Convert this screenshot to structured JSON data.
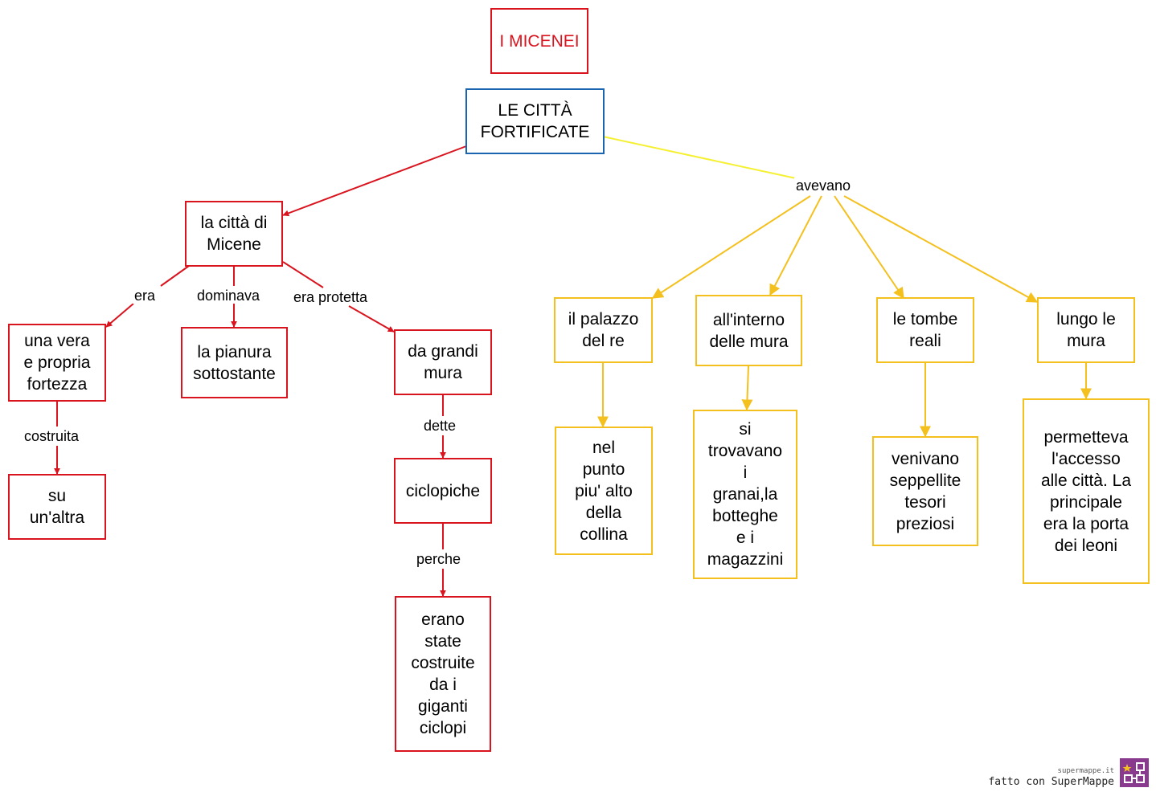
{
  "title": "I MICENEI",
  "root": "LE CITTÀ\nFORTIFICATE",
  "nodes": {
    "citta_micene": "la città di\nMicene",
    "fortezza": "una vera\ne propria\nfortezza",
    "su_altra": "su\nun'altra",
    "pianura": "la pianura\nsottostante",
    "grandi_mura": "da grandi\nmura",
    "ciclopiche": "ciclopiche",
    "erano_state": "erano\nstate\ncostruite\nda i\ngiganti\nciclopi",
    "palazzo": "il palazzo\ndel re",
    "nel_punto": "nel\npunto\npiu' alto\ndella\ncollina",
    "interno_mura": "all'interno\ndelle mura",
    "granai": "si\ntrovavano\ni\ngranai,la\nbotteghe\ne i\nmagazzini",
    "tombe": "le tombe\nreali",
    "venivano": "venivano\nseppellite\ntesori\npreziosi",
    "lungo_mura": "lungo le\nmura",
    "permetteva": "permetteva\nl'accesso\nalle città. La\nprincipale\nera la porta\ndei leoni"
  },
  "edge_labels": {
    "avevano": "avevano",
    "era": "era",
    "dominava": "dominava",
    "era_protetta": "era protetta",
    "costruita": "costruita",
    "dette": "dette",
    "perche": "perche"
  },
  "footer": {
    "site": "supermappe.it",
    "made_with": "fatto con SuperMappe"
  },
  "colors": {
    "red": "#d9141e",
    "yellow": "#f4c01e",
    "blue": "#1a64b0",
    "root_link": "#f5f032"
  },
  "icons": [
    "supermappe-logo-icon"
  ]
}
